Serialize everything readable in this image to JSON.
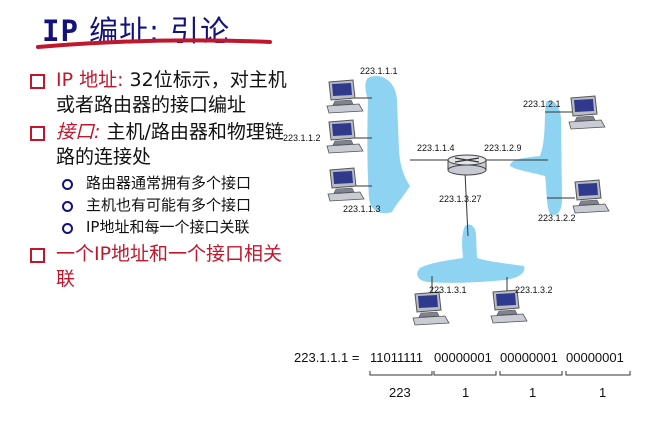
{
  "title": {
    "latin": "IP",
    "rest": " 编址: 引论"
  },
  "bullets": {
    "b1": {
      "red": "IP 地址:",
      "text": " 32位标示，对主机或者路由器的接口编址"
    },
    "b2": {
      "red": "接口:",
      "text": " 主机/路由器和物理链路的连接处"
    },
    "sub": [
      "路由器通常拥有多个接口",
      "主机也有可能有多个接口",
      "IP地址和每一个接口关联"
    ],
    "b3": {
      "red": "一个IP地址和一个接口相关联"
    }
  },
  "network": {
    "hosts_left": [
      "223.1.1.1",
      "223.1.1.2",
      "223.1.1.3"
    ],
    "hosts_right": [
      "223.1.2.1",
      "223.1.2.2"
    ],
    "hosts_bottom": [
      "223.1.3.1",
      "223.1.3.2"
    ],
    "router_interfaces": [
      "223.1.1.4",
      "223.1.2.9",
      "223.1.3.27"
    ]
  },
  "binary": {
    "lhs": "223.1.1.1 =",
    "octets": [
      "11011111",
      "00000001",
      "00000001",
      "00000001"
    ],
    "decimals": [
      "223",
      "1",
      "1",
      "1"
    ]
  },
  "colors": {
    "title": "#12127a",
    "accent": "#c0172d",
    "lan": "#8fd3f2"
  }
}
